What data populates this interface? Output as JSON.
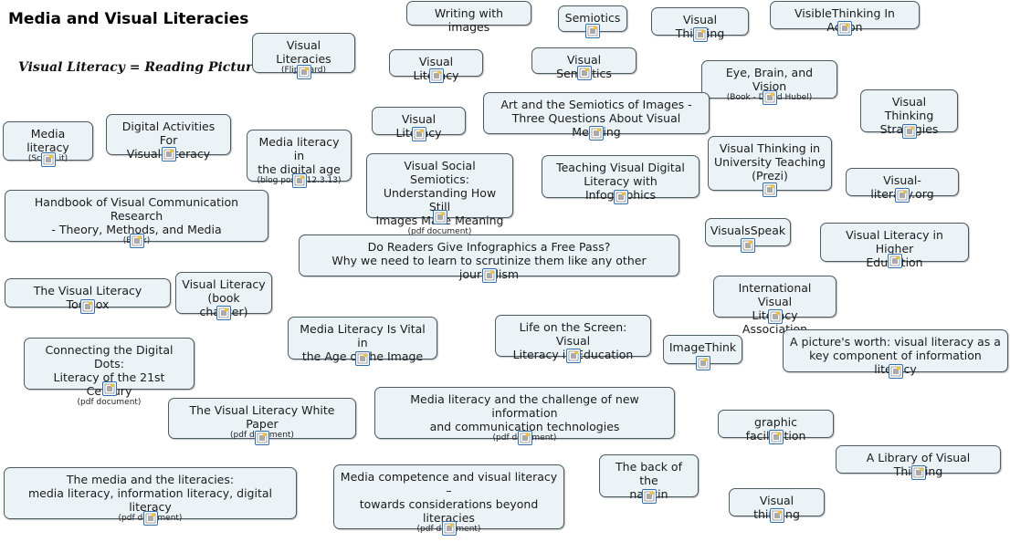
{
  "title": "Media and Visual Literacies",
  "subtitle": "Visual Literacy = Reading Pictures",
  "nodes": [
    {
      "id": "writing-with-images",
      "label": "Writing with images",
      "sub": "",
      "doc": false
    },
    {
      "id": "semiotics",
      "label": "Semiotics",
      "sub": "",
      "doc": true
    },
    {
      "id": "visual-thinking-top",
      "label": "Visual Thinking",
      "sub": "",
      "doc": true
    },
    {
      "id": "visiblethinking-in-action",
      "label": "VisibleThinking In Action",
      "sub": "",
      "doc": true
    },
    {
      "id": "visual-literacies",
      "label": "Visual Literacies",
      "sub": "(Flipboard)",
      "doc": true
    },
    {
      "id": "visual-literacy-a",
      "label": "Visual Literacy",
      "sub": "",
      "doc": true
    },
    {
      "id": "visual-semiotics",
      "label": "Visual Semiotics",
      "sub": "",
      "doc": true
    },
    {
      "id": "eye-brain-vision",
      "label": "Eye, Brain, and Vision",
      "sub": "(Book - David Hubel)",
      "doc": true
    },
    {
      "id": "art-semiotics-images",
      "label": "Art and the Semiotics of Images -\nThree Questions About Visual Meaning",
      "sub": "",
      "doc": true
    },
    {
      "id": "visual-thinking-strategies",
      "label": "Visual Thinking\nStrategies",
      "sub": "",
      "doc": true
    },
    {
      "id": "visual-literacy-b",
      "label": "Visual Literacy",
      "sub": "",
      "doc": true
    },
    {
      "id": "media-literacy-scoopit",
      "label": "Media literacy",
      "sub": "(Scoop.it)",
      "doc": true
    },
    {
      "id": "digital-activities",
      "label": "Digital Activities For\nVisual Literacy",
      "sub": "",
      "doc": true
    },
    {
      "id": "media-literacy-digital-age",
      "label": "Media literacy in\nthe digital age",
      "sub": "(blog post - 12.3.13)",
      "doc": true
    },
    {
      "id": "visual-social-semiotics",
      "label": "Visual Social Semiotics:\nUnderstanding How Still\nImages Make Meaning",
      "sub": "(pdf document)",
      "doc": true
    },
    {
      "id": "teaching-visual-digital",
      "label": "Teaching Visual Digital\nLiteracy with Infographics",
      "sub": "",
      "doc": true
    },
    {
      "id": "visual-thinking-university",
      "label": "Visual Thinking in\nUniversity Teaching\n(Prezi)",
      "sub": "",
      "doc": true
    },
    {
      "id": "visual-literacy-org",
      "label": "Visual-literacy.org",
      "sub": "",
      "doc": true
    },
    {
      "id": "handbook-visual-communication",
      "label": "Handbook of Visual Communication Research\n- Theory, Methods, and Media",
      "sub": "(Book)",
      "doc": true
    },
    {
      "id": "visualsspeak",
      "label": "VisualsSpeak",
      "sub": "",
      "doc": true
    },
    {
      "id": "visual-literacy-higher-ed",
      "label": "Visual Literacy in Higher\nEducation",
      "sub": "",
      "doc": true
    },
    {
      "id": "readers-infographics",
      "label": "Do Readers Give Infographics a Free Pass?\nWhy we need to learn to scrutinize them like any other journalism",
      "sub": "",
      "doc": true
    },
    {
      "id": "visual-literacy-toolbox",
      "label": "The Visual Literacy Toolbox",
      "sub": "",
      "doc": true
    },
    {
      "id": "visual-literacy-book-chapter",
      "label": "Visual Literacy\n(book chapter)",
      "sub": "",
      "doc": true
    },
    {
      "id": "international-visual-literacy",
      "label": "International Visual\nLiteracy Association",
      "sub": "",
      "doc": true
    },
    {
      "id": "media-literacy-vital",
      "label": "Media Literacy Is Vital in\nthe Age of the Image",
      "sub": "",
      "doc": true
    },
    {
      "id": "life-on-screen",
      "label": "Life on the Screen: Visual\nLiteracy in Education",
      "sub": "",
      "doc": true
    },
    {
      "id": "imagethink",
      "label": "ImageThink",
      "sub": "",
      "doc": true
    },
    {
      "id": "pictures-worth",
      "label": "A picture's worth: visual literacy as a\nkey component of information literacy",
      "sub": "",
      "doc": true
    },
    {
      "id": "connecting-digital-dots",
      "label": "Connecting the Digital Dots:\nLiteracy of the 21st Century",
      "sub": "(pdf document)",
      "doc": true
    },
    {
      "id": "visual-literacy-white-paper",
      "label": "The Visual Literacy White Paper",
      "sub": "(pdf document)",
      "doc": true
    },
    {
      "id": "media-literacy-challenge",
      "label": "Media literacy and the challenge of new information\nand communication technologies",
      "sub": "(pdf document)",
      "doc": true
    },
    {
      "id": "graphic-facilitation",
      "label": "graphic facilitation",
      "sub": "",
      "doc": true
    },
    {
      "id": "library-visual-thinking",
      "label": "A Library of Visual Thinking",
      "sub": "",
      "doc": true
    },
    {
      "id": "back-of-napkin",
      "label": "The back of the\nnapkin",
      "sub": "",
      "doc": true
    },
    {
      "id": "media-and-literacies",
      "label": "The media and the literacies:\nmedia literacy, information literacy, digital literacy",
      "sub": "(pdf document)",
      "doc": true
    },
    {
      "id": "media-competence",
      "label": "Media competence and visual literacy –\ntowards considerations beyond\nliteracies",
      "sub": "(pdf document)",
      "doc": true
    },
    {
      "id": "visual-thinking-bottom",
      "label": "Visual thinking",
      "sub": "",
      "doc": true
    }
  ]
}
